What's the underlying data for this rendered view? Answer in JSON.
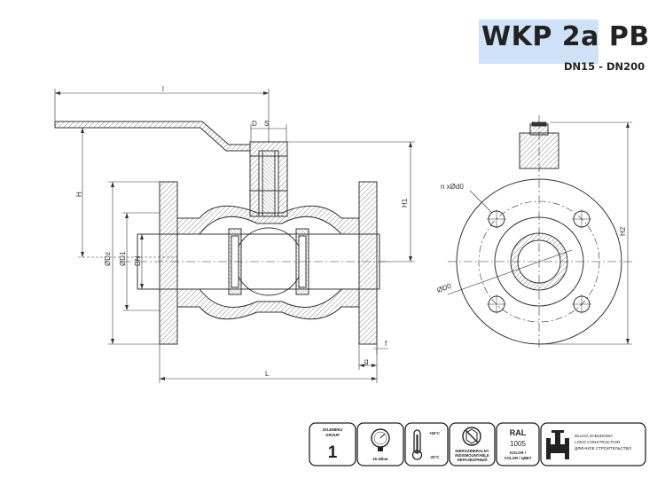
{
  "header": {
    "title": "WKP 2a PB",
    "subtitle": "DN15 - DN200"
  },
  "side_view_labels": {
    "l": "l",
    "s": "S",
    "h": "H",
    "h1": "H1",
    "dz": "ØDz",
    "d1": "ØD1",
    "dn": "DN",
    "big_l": "L",
    "g": "g",
    "f": "f"
  },
  "front_view_labels": {
    "holes": "n xØd0",
    "d0": "ØD0",
    "h2": "H2"
  },
  "badges": {
    "ped": {
      "line1": "2014/68/EU",
      "line2": "GROUP",
      "value": "1"
    },
    "pressure": {
      "label": "16-40bar"
    },
    "temperature": {
      "top": "+60°C",
      "bottom": "-20°C"
    },
    "indismountable": {
      "line1": "NIEROZBIERALNY",
      "line2": "INDISMOUNTABLE",
      "line3": "НЕРАЗБОРНЫЙ"
    },
    "ral": {
      "title": "RAL",
      "value": "1005",
      "line1": "KOLOR /",
      "line2": "COLOR / ЦВЕТ"
    },
    "construction": {
      "line1": "DŁUGA ZABUDOWA",
      "line2": "LONG CONSTRUCTION",
      "line3": "ДЛИННОЕ СТРОИТЕЛЬСТВО"
    }
  }
}
